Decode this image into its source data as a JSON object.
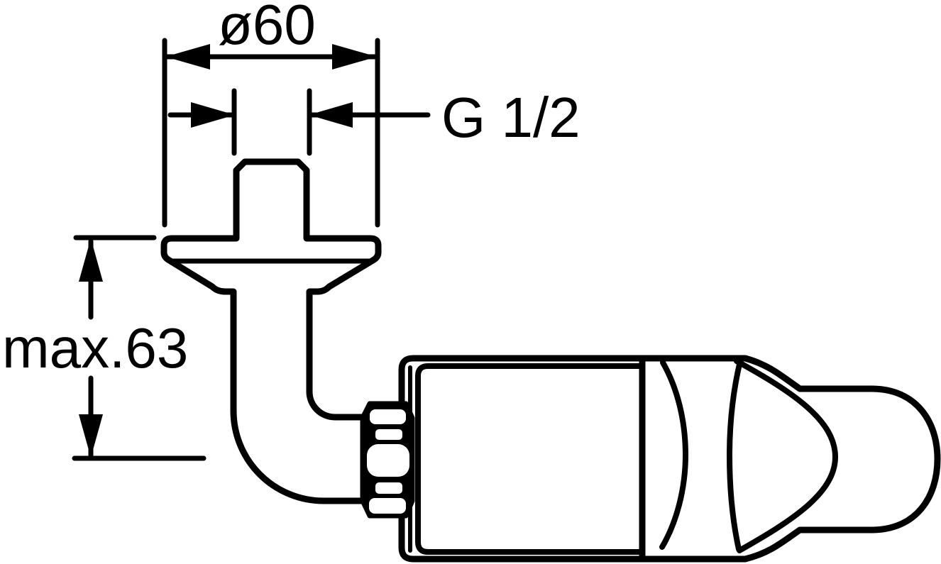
{
  "figure": {
    "type": "technical-drawing",
    "subject": "wall-mounted elbow valve fitting, side view",
    "background_color": "#ffffff",
    "line_color": "#000000",
    "dimensions": {
      "diameter": "ø60",
      "thread": "G 1/2",
      "max_height": "max.63"
    }
  }
}
